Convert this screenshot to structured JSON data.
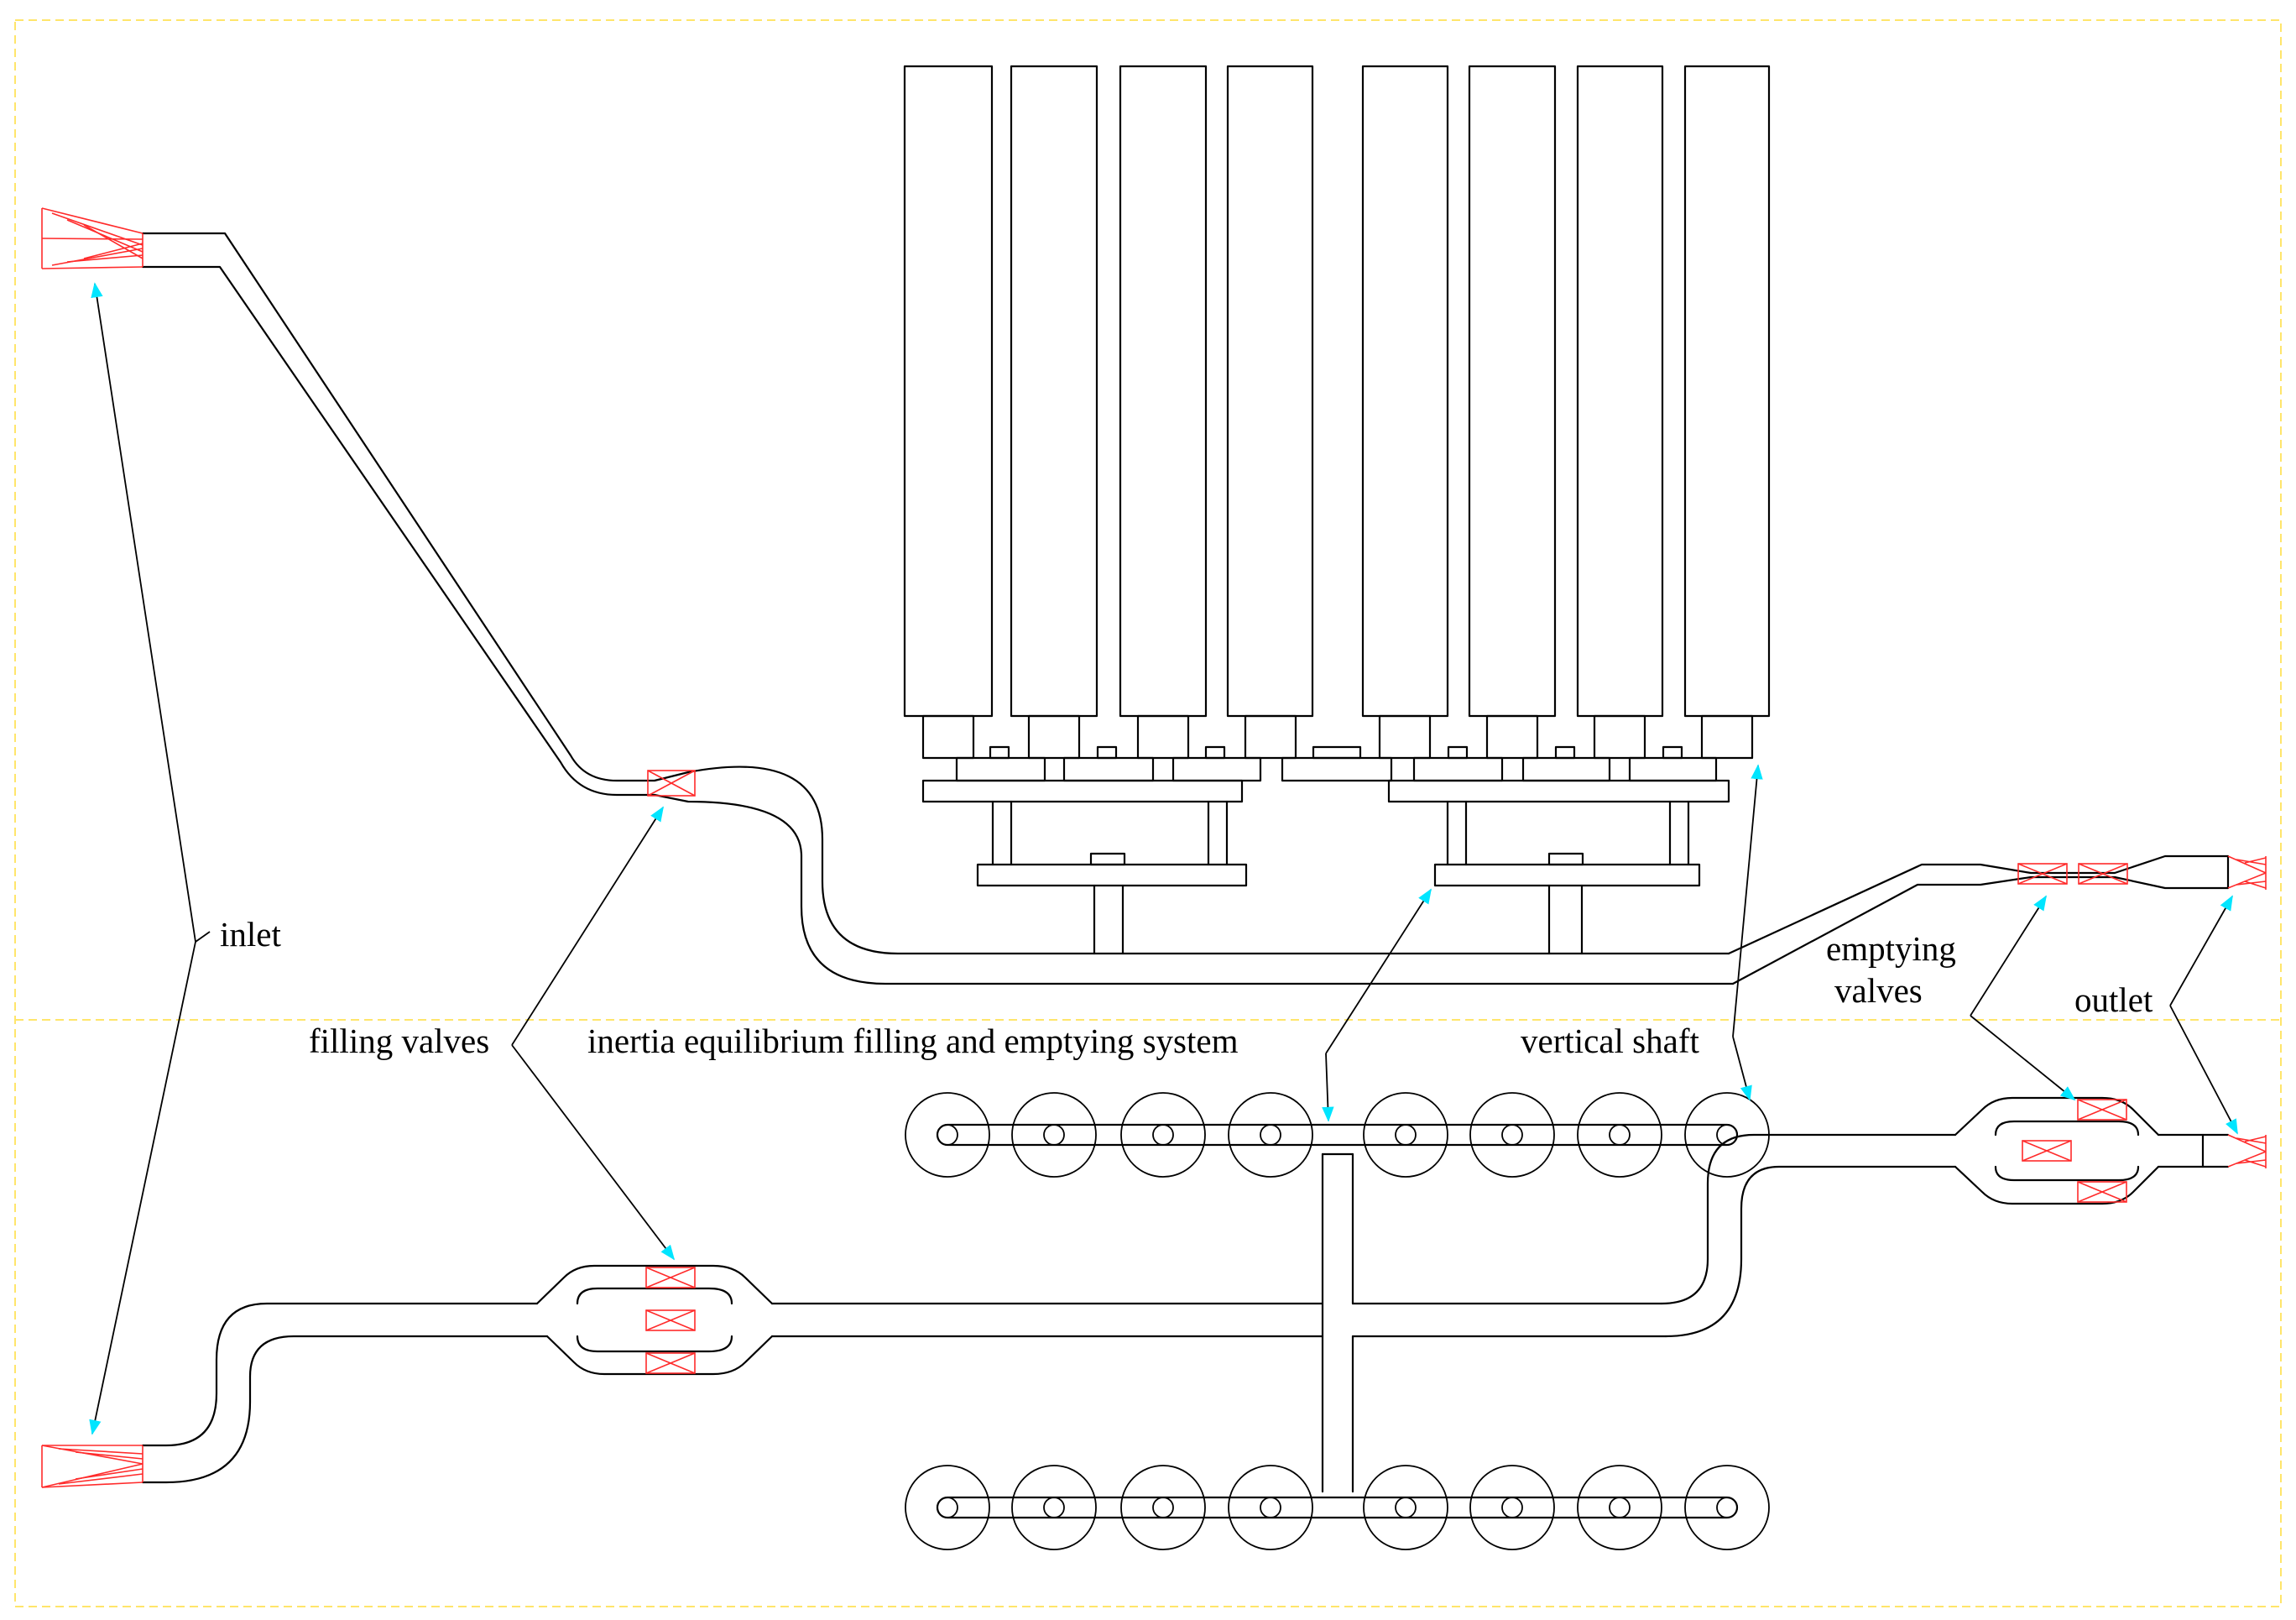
{
  "labels": {
    "inlet": "inlet",
    "filling_valves": "filling valves",
    "system": "inertia equilibrium filling and emptying system",
    "vertical_shaft": "vertical shaft",
    "emptying_line1": "emptying",
    "emptying_line2": "valves",
    "outlet": "outlet"
  },
  "colors": {
    "line": "#000000",
    "valve": "#ff2b2b",
    "arrowhead": "#00e5ff",
    "frame": "#ffe56b"
  },
  "icons": [
    "valve-icon",
    "inlet-icon",
    "outlet-icon",
    "arrowhead-icon"
  ]
}
